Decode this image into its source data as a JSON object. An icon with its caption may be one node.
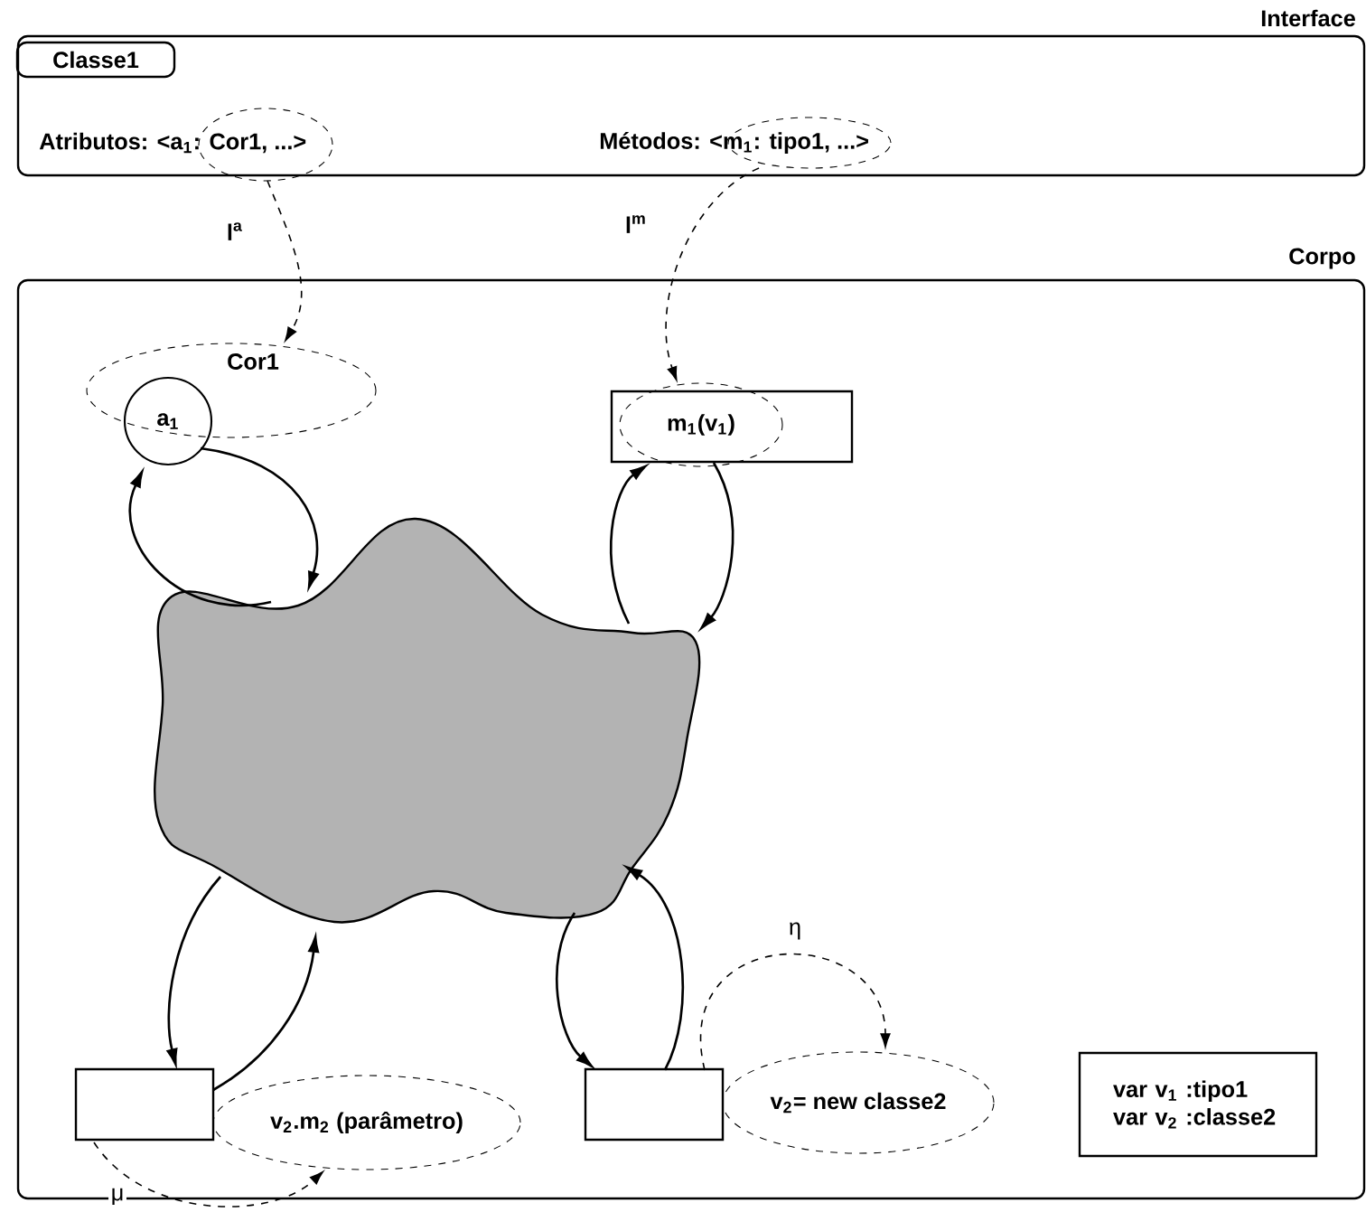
{
  "diagram": {
    "nodes": [
      {
        "text": [
          "Interface"
        ]
      },
      {
        "text": [
          "Classe1"
        ],
        "in": 0
      },
      {
        "text": [],
        "shape": "ellipse",
        "in": 0
      },
      {
        "text": [],
        "shape": "ellipse",
        "in": 0
      },
      {
        "text": [
          "Corpo"
        ]
      },
      {
        "text": [
          "Cor1"
        ],
        "in": 4
      },
      {
        "text": [
          "a$_{1}$"
        ],
        "in": 4
      },
      {
        "text": [],
        "shape": "box",
        "in": 4
      },
      {
        "text": [
          "m$_{1}$(v$_{1}$)"
        ],
        "in": 7
      },
      {
        "text": [],
        "shape": "cloud",
        "in": 4
      },
      {
        "text": [],
        "shape": "box",
        "in": 4
      },
      {
        "text": [
          "v$_{2}$.m$_{2}$ (parâmetro)"
        ],
        "in": 4
      },
      {
        "text": [],
        "shape": "box",
        "in": 4
      },
      {
        "text": [
          "v$_{2}$= new classe2"
        ],
        "in": 4
      },
      {
        "text": [
          "var v$_{1}$ :tipo1 var v$_{2}$ :classe2"
        ],
        "in": 4
      }
    ],
    "edges": [
      {
        "from": 2,
        "to": 5,
        "arrow": "to",
        "style": "dashed",
        "label": "l$^{a}$"
      },
      {
        "from": 3,
        "to": 8,
        "arrow": "to",
        "style": "dashed",
        "label": "l$^{m}$"
      },
      {
        "from": 6,
        "to": 9,
        "arrow": "to"
      },
      {
        "from": 9,
        "to": 6,
        "arrow": "to"
      },
      {
        "from": 9,
        "to": 7,
        "arrow": "to"
      },
      {
        "from": 7,
        "to": 9,
        "arrow": "to"
      },
      {
        "from": 9,
        "to": 10,
        "arrow": "to"
      },
      {
        "from": 10,
        "to": 9,
        "arrow": "to"
      },
      {
        "from": 9,
        "to": 12,
        "arrow": "to"
      },
      {
        "from": 12,
        "to": 9,
        "arrow": "to"
      },
      {
        "from": 10,
        "to": 11,
        "arrow": "to",
        "style": "dashed",
        "label": "μ"
      },
      {
        "from": 12,
        "to": 13,
        "arrow": "to",
        "style": "dashed",
        "label": "η"
      }
    ],
    "labels": [
      "Atributos: <a$_{1}$: Cor1, ...>",
      "Métodos: <m$_{1}$: tipo1, ...>"
    ]
  }
}
